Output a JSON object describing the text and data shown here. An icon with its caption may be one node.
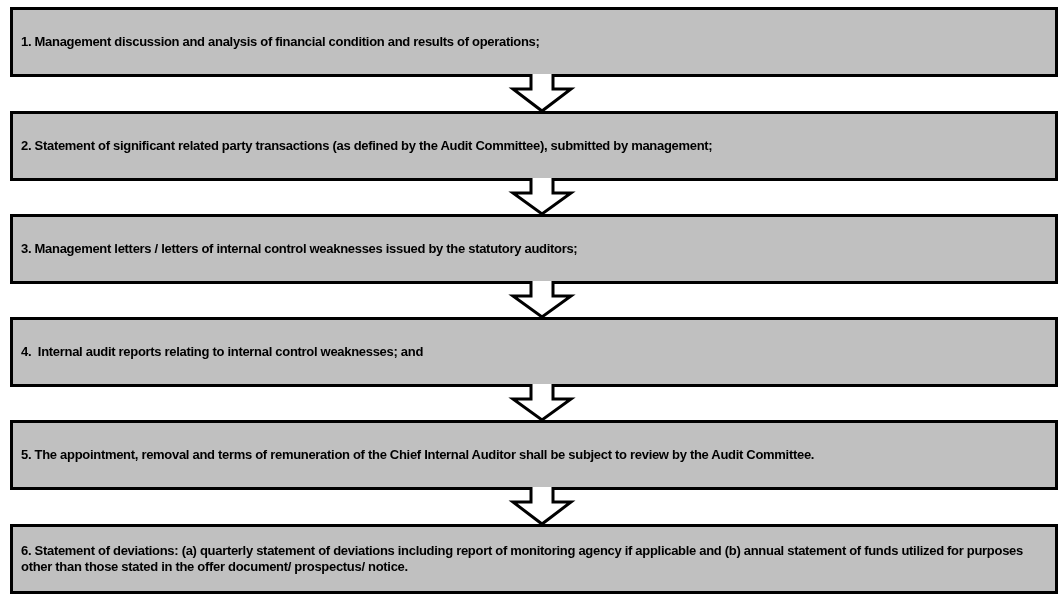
{
  "diagram": {
    "nodes": [
      {
        "text": [
          "1. Management discussion and analysis of financial condition and results of operations;"
        ]
      },
      {
        "text": [
          "2. Statement of significant related party transactions (as defined by the Audit Committee), submitted by management;"
        ]
      },
      {
        "text": [
          "3. Management letters / letters of internal control weaknesses issued by the statutory auditors;"
        ]
      },
      {
        "text": [
          "4.  Internal audit reports relating to internal control weaknesses; and"
        ]
      },
      {
        "text": [
          "5. The appointment, removal and terms of remuneration of the Chief Internal Auditor shall be subject to review by the Audit Committee."
        ]
      },
      {
        "text": [
          "6. Statement of deviations: (a) quarterly statement of deviations including report of monitoring agency if applicable and (b) annual statement of funds utilized for purposes other than those stated in the offer document/ prospectus/ notice."
        ]
      }
    ],
    "edges": [
      {
        "from": 0,
        "to": 1,
        "arrow": "to"
      },
      {
        "from": 1,
        "to": 2,
        "arrow": "to"
      },
      {
        "from": 2,
        "to": 3,
        "arrow": "to"
      },
      {
        "from": 3,
        "to": 4,
        "arrow": "to"
      },
      {
        "from": 4,
        "to": 5,
        "arrow": "to"
      }
    ]
  }
}
